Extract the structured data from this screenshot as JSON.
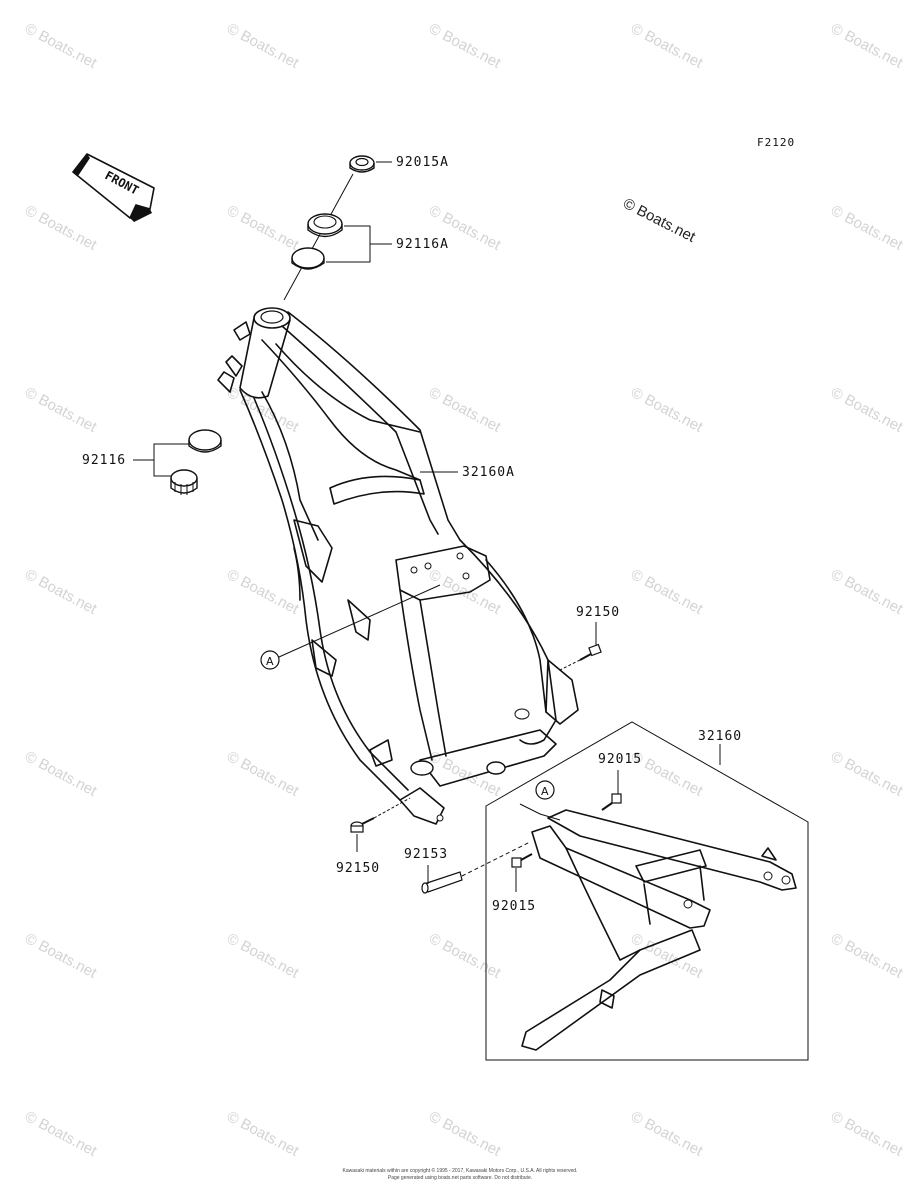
{
  "diagram_code": "F2120",
  "copyright_stamp": "© Boats.net",
  "watermark_text": "© Boats.net",
  "front_label": "FRONT",
  "callout_letter": "A",
  "parts": {
    "nut": "92015A",
    "seal_top": "92116A",
    "seal_bottom": "92116",
    "frame": "32160A",
    "bolt_right": "92150",
    "bolt_left": "92150",
    "subframe": "32160",
    "bolt_sub_top": "92015",
    "bolt_sub_bottom": "92015",
    "shaft": "92153"
  },
  "footer": {
    "line1": "Kawasaki materials within are copyright © 1995 - 2017, Kawasaki Motors Corp., U.S.A. All rights reserved.",
    "line2": "Page generated using boats.net parts software. Do not distribute."
  }
}
